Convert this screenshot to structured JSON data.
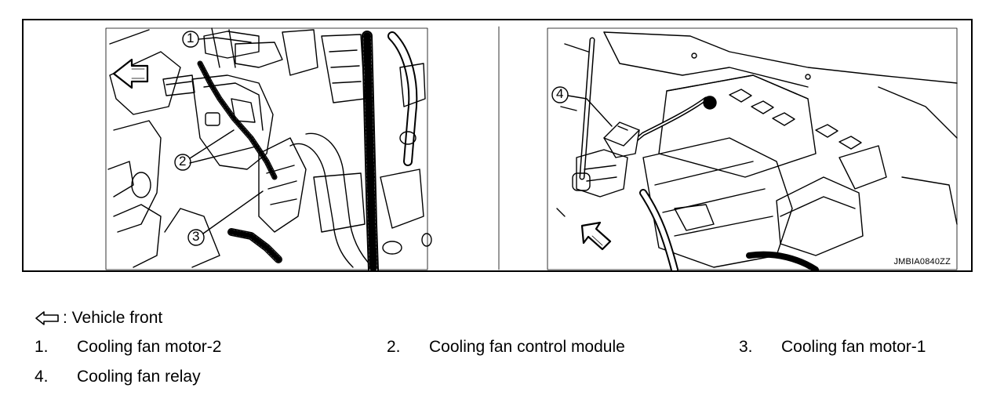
{
  "figure": {
    "callouts": [
      "1",
      "2",
      "3",
      "4"
    ],
    "code": "JMBIA0840ZZ"
  },
  "legend": {
    "arrow_icon": "outline-arrow-left-icon",
    "arrow_text": ": Vehicle front",
    "items": [
      {
        "number": "1.",
        "label": "Cooling fan motor-2"
      },
      {
        "number": "2.",
        "label": "Cooling fan control module"
      },
      {
        "number": "3.",
        "label": "Cooling fan motor-1"
      },
      {
        "number": "4.",
        "label": "Cooling fan relay"
      }
    ]
  }
}
